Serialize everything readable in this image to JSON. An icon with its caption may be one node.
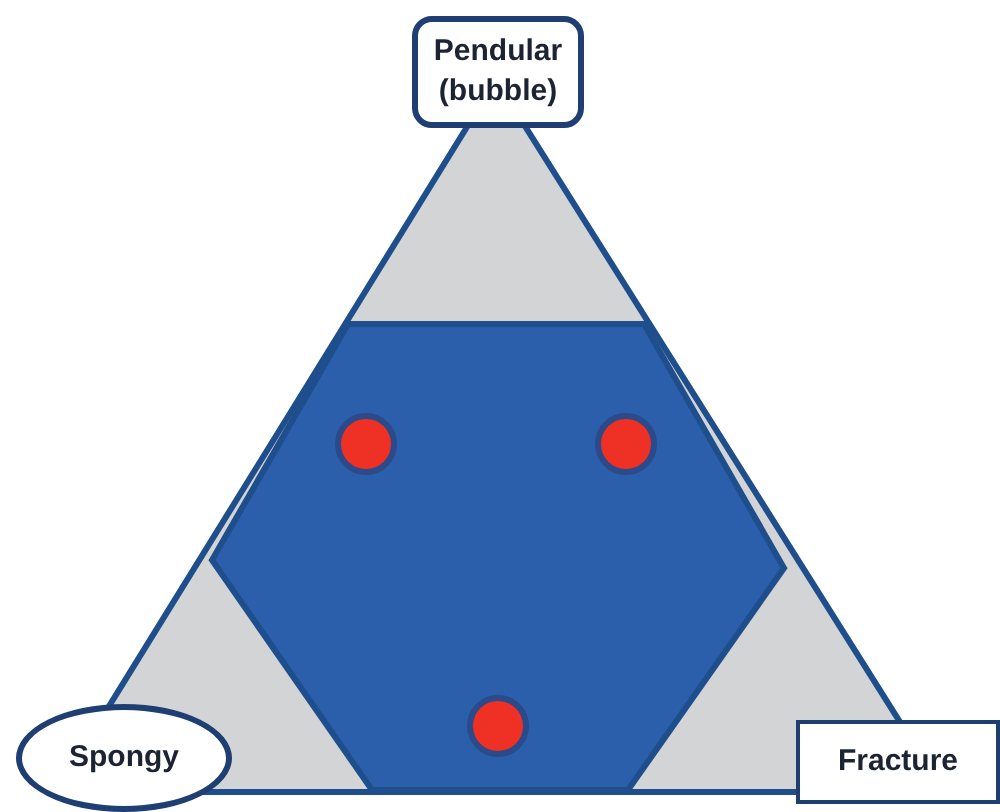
{
  "diagram": {
    "nodes": [
      {
        "text": [
          "Pendular (bubble)"
        ]
      },
      {
        "text": [
          "Spongy"
        ]
      },
      {
        "text": [
          "Fracture"
        ]
      }
    ]
  }
}
